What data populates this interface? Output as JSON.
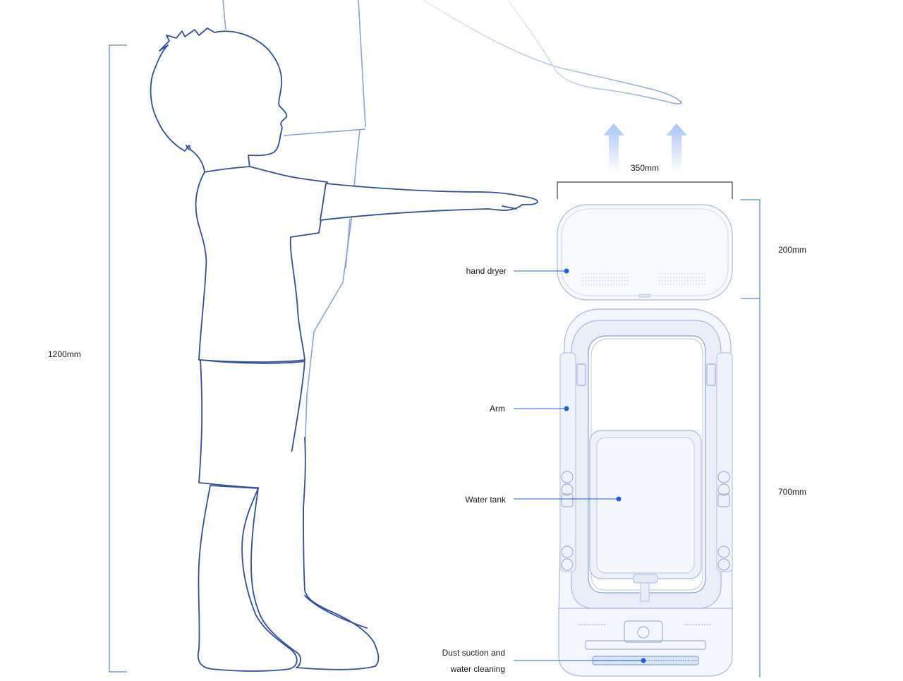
{
  "dimensions": {
    "total_height": "1200mm",
    "dryer_width": "350mm",
    "dryer_height": "200mm",
    "body_height": "700mm"
  },
  "callouts": {
    "hand_dryer": "hand dryer",
    "arm": "Arm",
    "water_tank": "Water tank",
    "dust_line1": "Dust suction and",
    "dust_line2": "water cleaning"
  },
  "colors": {
    "outline": "#2f4f9f",
    "light_outline": "#b8c6e8",
    "accent": "#1f5fe0",
    "arrow": "#a9c4f5"
  }
}
